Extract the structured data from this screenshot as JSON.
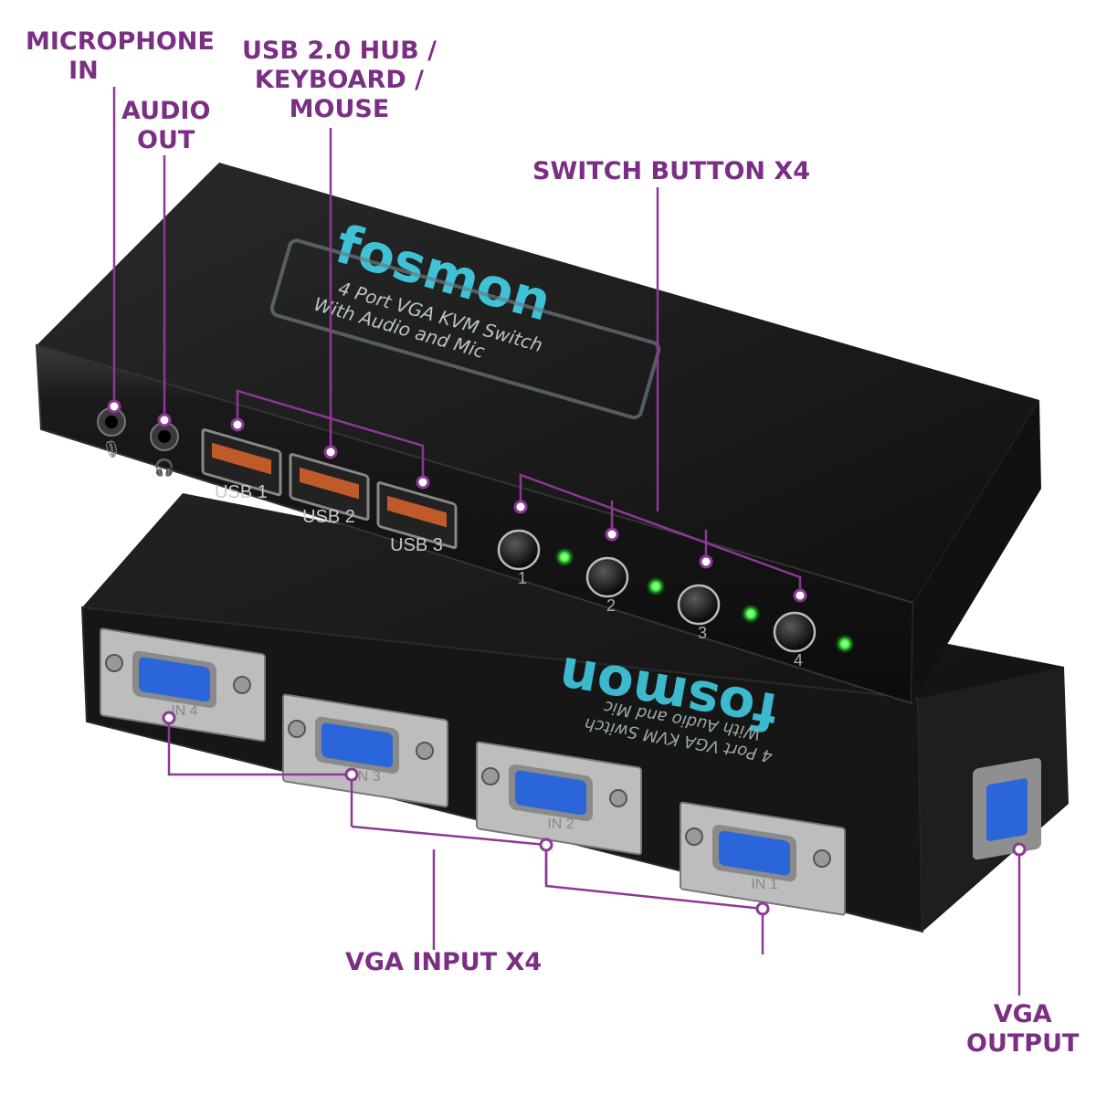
{
  "callouts": {
    "microphone_in": [
      "MICROPHONE",
      "IN"
    ],
    "audio_out": [
      "AUDIO",
      "OUT"
    ],
    "usb_hub": [
      "USB 2.0 HUB /",
      "KEYBOARD /",
      "MOUSE"
    ],
    "switch_button": [
      "SWITCH BUTTON X4"
    ],
    "vga_input": [
      "VGA INPUT X4"
    ],
    "vga_output": [
      "VGA",
      "OUTPUT"
    ]
  },
  "device_top": {
    "brand": "fosmon",
    "subtitle_line1": "4 Port VGA KVM Switch",
    "subtitle_line2": "With Audio and Mic",
    "usb_ports": [
      "USB 1",
      "USB 2",
      "USB 3"
    ],
    "buttons": [
      "1",
      "2",
      "3",
      "4"
    ]
  },
  "device_bottom": {
    "brand": "fosmon",
    "subtitle_line1": "4 Port VGA KVM Switch",
    "subtitle_line2": "With Audio and Mic",
    "vga_ports": [
      "IN 4",
      "IN 3",
      "IN 2",
      "IN 1"
    ]
  },
  "colors": {
    "callout": "#7a2e84",
    "brand_teal": "#3fc2d6",
    "led_green": "#3cff3c",
    "vga_blue": "#2a66d9",
    "device_body": "#151515"
  }
}
